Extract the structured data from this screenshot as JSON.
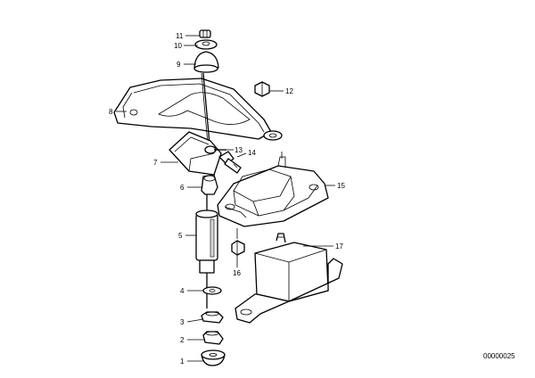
{
  "diagram": {
    "callouts": [
      {
        "id": "1",
        "label": "1"
      },
      {
        "id": "2",
        "label": "2"
      },
      {
        "id": "3",
        "label": "3"
      },
      {
        "id": "4",
        "label": "4"
      },
      {
        "id": "5",
        "label": "5"
      },
      {
        "id": "6",
        "label": "6"
      },
      {
        "id": "7",
        "label": "7"
      },
      {
        "id": "8",
        "label": "8"
      },
      {
        "id": "9",
        "label": "9"
      },
      {
        "id": "10",
        "label": "10"
      },
      {
        "id": "11",
        "label": "11"
      },
      {
        "id": "12",
        "label": "12"
      },
      {
        "id": "13",
        "label": "13"
      },
      {
        "id": "14",
        "label": "14"
      },
      {
        "id": "15",
        "label": "15"
      },
      {
        "id": "16",
        "label": "16"
      },
      {
        "id": "17",
        "label": "17"
      }
    ],
    "document_number": "00000025"
  }
}
